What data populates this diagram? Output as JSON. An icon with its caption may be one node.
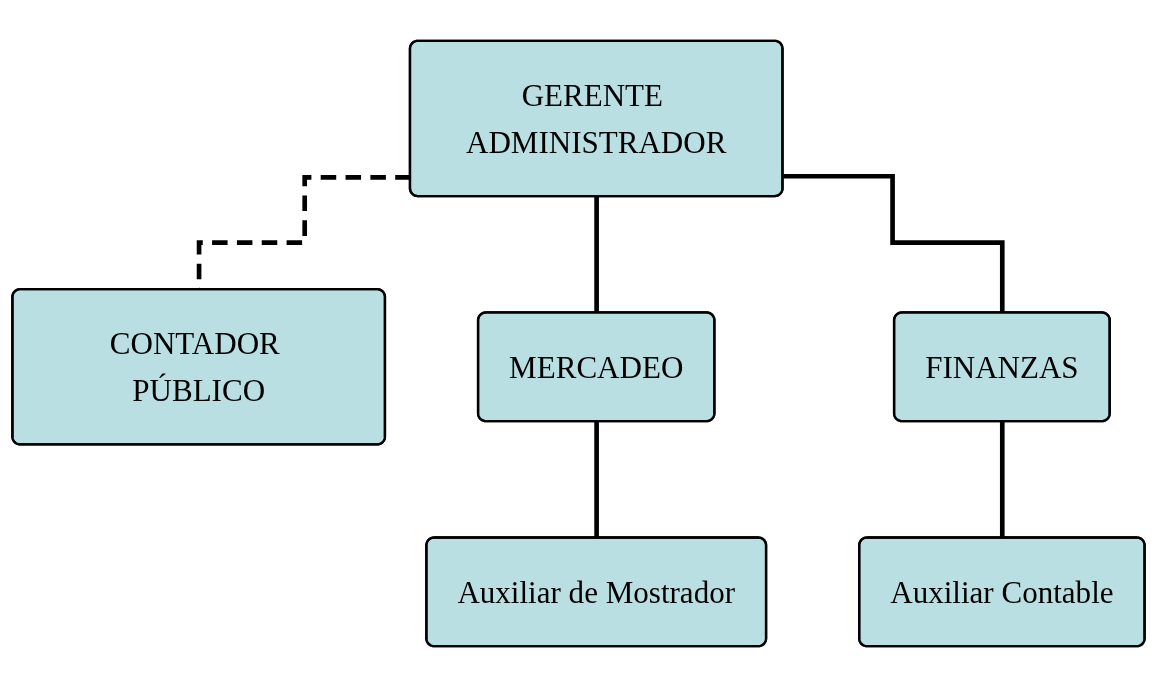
{
  "diagram": {
    "nodes": [
      {
        "text": [
          "GERENTE ADMINISTRADOR"
        ]
      },
      {
        "text": [
          "CONTADOR PÚBLICO"
        ]
      },
      {
        "text": [
          "MERCADEO"
        ]
      },
      {
        "text": [
          "FINANZAS"
        ]
      },
      {
        "text": [
          "Auxiliar de Mostrador"
        ]
      },
      {
        "text": [
          "Auxiliar Contable"
        ]
      }
    ],
    "edges": [
      {
        "from": 0,
        "to": 1,
        "arrow": "none",
        "style": "dashed"
      },
      {
        "from": 0,
        "to": 2,
        "arrow": "none"
      },
      {
        "from": 0,
        "to": 3,
        "arrow": "none"
      },
      {
        "from": 2,
        "to": 4,
        "arrow": "none"
      },
      {
        "from": 3,
        "to": 5,
        "arrow": "none"
      }
    ]
  }
}
